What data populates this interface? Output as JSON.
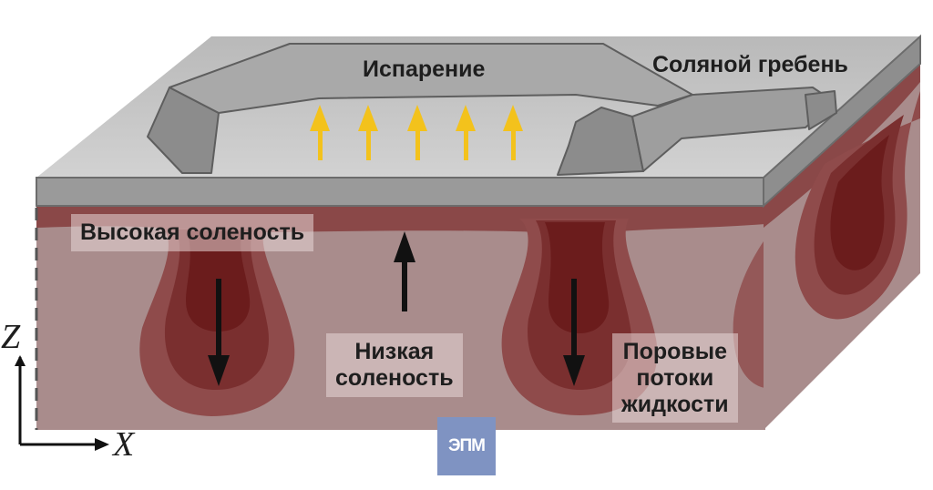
{
  "labels": {
    "evaporation": "Испарение",
    "salt_crust": "Соляной гребень",
    "high_salinity": "Высокая соленость",
    "low_salinity_line1": "Низкая",
    "low_salinity_line2": "соленость",
    "pore_flows_line1": "Поровые",
    "pore_flows_line2": "потоки",
    "pore_flows_line3": "жидкости"
  },
  "axes": {
    "z": "Z",
    "x": "X"
  },
  "logo": {
    "text": "ЭПМ"
  },
  "colors": {
    "crust_gray": "#9a9a9a",
    "top_surface": "#b7b7b7",
    "soil_base": "#a98c8c",
    "plume_mid": "#8f4b4b",
    "plume_dark": "#6b1c1c",
    "evaporation_arrows": "#f3c21c",
    "flow_arrows": "#111111"
  }
}
